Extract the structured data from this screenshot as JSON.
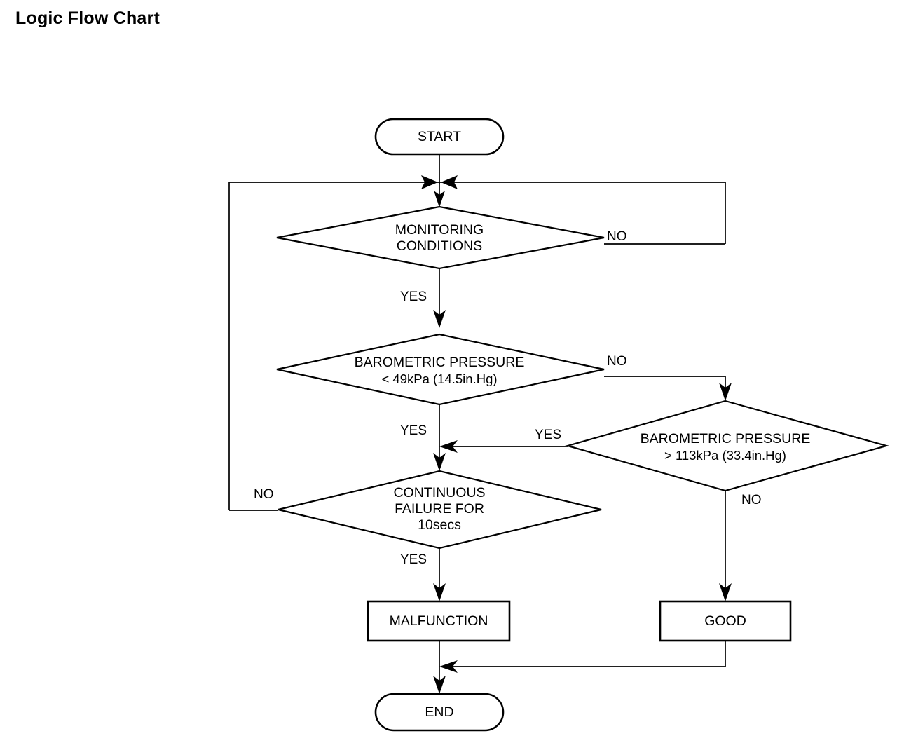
{
  "page": {
    "title": "Logic Flow Chart",
    "background_color": "#ffffff",
    "line_color": "#000000"
  },
  "chart_data": {
    "type": "diagram",
    "title": "Logic Flow Chart",
    "nodes": [
      {
        "id": "start",
        "shape": "terminator",
        "lines": [
          "START"
        ]
      },
      {
        "id": "monitor",
        "shape": "decision",
        "lines": [
          "MONITORING",
          "CONDITIONS"
        ]
      },
      {
        "id": "baro_low",
        "shape": "decision",
        "lines": [
          "BAROMETRIC PRESSURE",
          "< 49kPa (14.5in.Hg)"
        ]
      },
      {
        "id": "baro_high",
        "shape": "decision",
        "lines": [
          "BAROMETRIC PRESSURE",
          "> 113kPa (33.4in.Hg)"
        ]
      },
      {
        "id": "failure",
        "shape": "decision",
        "lines": [
          "CONTINUOUS",
          "FAILURE FOR",
          "10secs"
        ]
      },
      {
        "id": "malfunction",
        "shape": "process",
        "lines": [
          "MALFUNCTION"
        ]
      },
      {
        "id": "good",
        "shape": "process",
        "lines": [
          "GOOD"
        ]
      },
      {
        "id": "end",
        "shape": "terminator",
        "lines": [
          "END"
        ]
      }
    ],
    "edges": [
      {
        "from": "start",
        "to": "monitor",
        "label": ""
      },
      {
        "from": "monitor",
        "to": "junction_top",
        "label": "NO"
      },
      {
        "from": "monitor",
        "to": "baro_low",
        "label": "YES"
      },
      {
        "from": "baro_low",
        "to": "baro_high",
        "label": "NO"
      },
      {
        "from": "baro_low",
        "to": "failure",
        "label": "YES"
      },
      {
        "from": "baro_high",
        "to": "failure",
        "label": "YES"
      },
      {
        "from": "baro_high",
        "to": "good",
        "label": "NO"
      },
      {
        "from": "failure",
        "to": "junction_top",
        "label": "NO"
      },
      {
        "from": "failure",
        "to": "malfunction",
        "label": "YES"
      },
      {
        "from": "malfunction",
        "to": "end",
        "label": ""
      },
      {
        "from": "good",
        "to": "end",
        "label": ""
      }
    ]
  },
  "nodes": {
    "start": {
      "label": "START"
    },
    "monitoring": {
      "line1": "MONITORING",
      "line2": "CONDITIONS"
    },
    "baro_low": {
      "line1": "BAROMETRIC PRESSURE",
      "line2": "< 49kPa (14.5in.Hg)"
    },
    "baro_high": {
      "line1": "BAROMETRIC PRESSURE",
      "line2": "> 113kPa (33.4in.Hg)"
    },
    "failure": {
      "line1": "CONTINUOUS",
      "line2": "FAILURE FOR",
      "line3": "10secs"
    },
    "malfunction": {
      "label": "MALFUNCTION"
    },
    "good": {
      "label": "GOOD"
    },
    "end": {
      "label": "END"
    }
  },
  "labels": {
    "monitoring_no": "NO",
    "monitoring_yes": "YES",
    "baro_low_no": "NO",
    "baro_low_yes": "YES",
    "baro_high_yes": "YES",
    "baro_high_no": "NO",
    "failure_no": "NO",
    "failure_yes": "YES"
  }
}
